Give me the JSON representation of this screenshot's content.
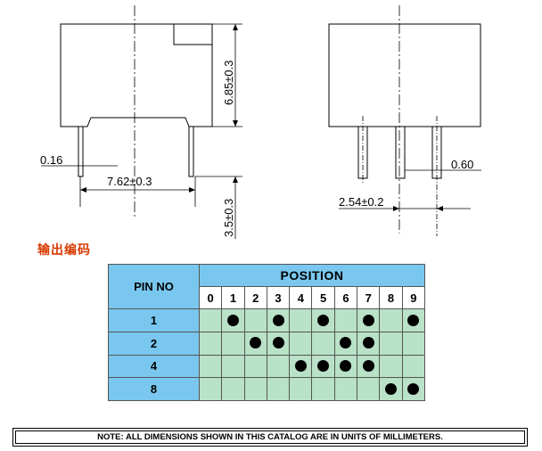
{
  "drawing": {
    "dim_height": "6.85±0.3",
    "dim_lead_thickness": "0.16",
    "dim_pin_spacing_left": "7.62±0.3",
    "dim_lead_length": "3.5±0.3",
    "dim_lead_width": "0.60",
    "dim_pin_spacing_right": "2.54±0.2"
  },
  "section_title": "输出编码",
  "table": {
    "pin_header": "PIN NO",
    "position_header": "POSITION",
    "positions": [
      "0",
      "1",
      "2",
      "3",
      "4",
      "5",
      "6",
      "7",
      "8",
      "9"
    ],
    "rows": [
      {
        "pin": "1",
        "marks": [
          1,
          3,
          5,
          7,
          9
        ]
      },
      {
        "pin": "2",
        "marks": [
          2,
          3,
          6,
          7
        ]
      },
      {
        "pin": "4",
        "marks": [
          4,
          5,
          6,
          7
        ]
      },
      {
        "pin": "8",
        "marks": [
          8,
          9
        ]
      }
    ]
  },
  "note": "NOTE: ALL DIMENSIONS SHOWN IN THIS CATALOG ARE IN UNITS OF MILLIMETERS."
}
